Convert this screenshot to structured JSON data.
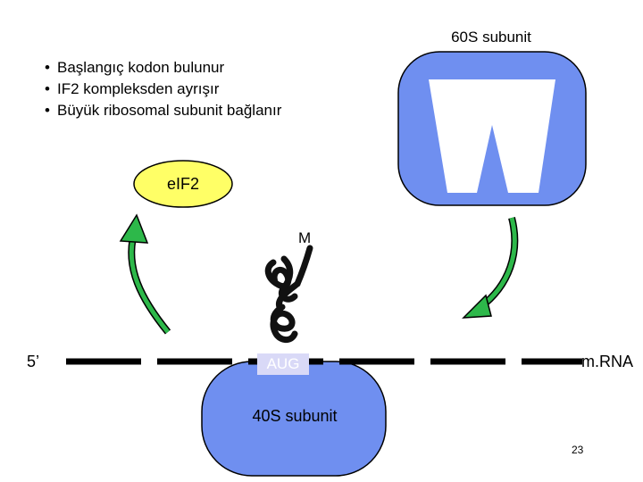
{
  "bullets": [
    "Başlangıç kodon bulunur",
    "IF2 kompleksden ayrışır",
    "Büyük ribosomal subunit bağlanır"
  ],
  "labels": {
    "subunit_60s": "60S subunit",
    "subunit_40s": "40S subunit",
    "eif2": "eIF2",
    "methionine": "M",
    "start_codon": "AUG",
    "five_prime": "5’",
    "mrna": "m.RNA"
  },
  "page_number": "23",
  "colors": {
    "subunit_fill": "#6f8ff0",
    "subunit_stroke": "#000000",
    "eif2_fill": "#ffff66",
    "arrow_green": "#2db84a",
    "trna": "#111111",
    "mrna_line": "#000000"
  }
}
